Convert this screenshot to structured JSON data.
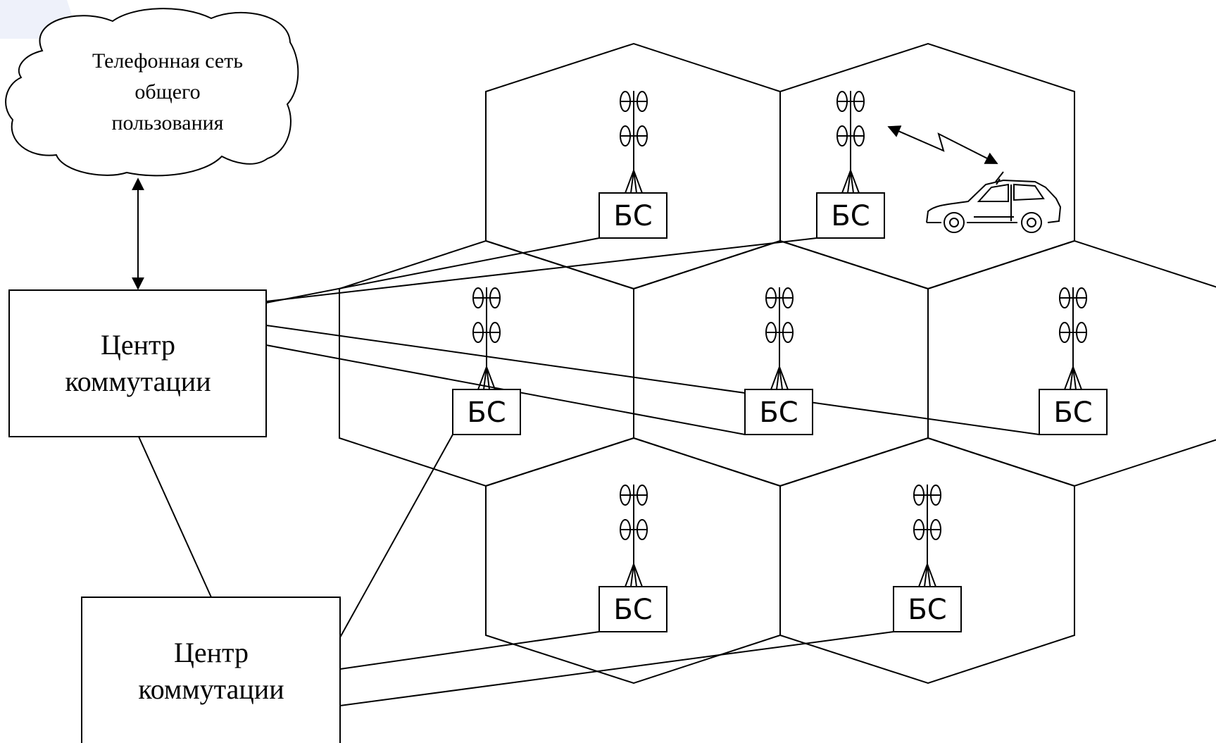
{
  "cloud": {
    "lines": [
      "Телефонная сеть",
      "общего",
      "пользования"
    ]
  },
  "switching_centers": [
    {
      "lines": [
        "Центр",
        "коммутации"
      ]
    },
    {
      "lines": [
        "Центр",
        "коммутации"
      ]
    }
  ],
  "base_stations": [
    {
      "label": "БС"
    },
    {
      "label": "БС"
    },
    {
      "label": "БС"
    },
    {
      "label": "БС"
    },
    {
      "label": "БС"
    },
    {
      "label": "БС"
    },
    {
      "label": "БС"
    }
  ],
  "icons": {
    "antenna": "antenna-icon",
    "car": "car-icon",
    "radio_link": "radio-link-arrow",
    "cloud": "cloud-icon"
  }
}
